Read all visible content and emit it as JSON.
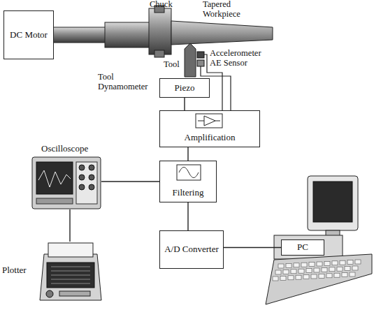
{
  "diagram": {
    "nodes": [
      {
        "text": [
          "DC Motor"
        ]
      },
      {
        "text": [
          "Piezo"
        ]
      },
      {
        "text": [
          "Amplification"
        ]
      },
      {
        "text": [
          "Oscilloscope"
        ]
      },
      {
        "text": [
          "Filtering"
        ]
      },
      {
        "text": [
          "Plotter"
        ]
      },
      {
        "text": [
          "A/D Converter"
        ]
      },
      {
        "text": [
          "PC"
        ]
      }
    ],
    "edges": [
      {
        "from": 1,
        "to": 2,
        "arrow": "none"
      },
      {
        "from": 2,
        "to": 4,
        "arrow": "none"
      },
      {
        "from": 4,
        "to": 3,
        "arrow": "none"
      },
      {
        "from": 3,
        "to": 5,
        "arrow": "none"
      },
      {
        "from": 4,
        "to": 6,
        "arrow": "none"
      },
      {
        "from": 6,
        "to": 7,
        "arrow": "none"
      }
    ],
    "labels": [
      "Chuck",
      "Tapered Workpiece",
      "Tool",
      "Accelerometer",
      "AE Sensor",
      "Tool Dynamometer"
    ]
  }
}
